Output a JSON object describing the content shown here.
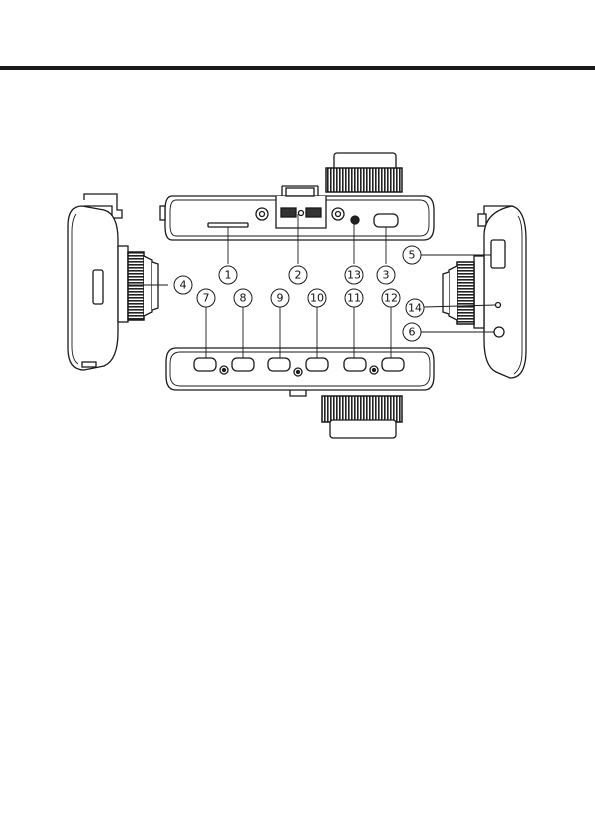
{
  "callouts": [
    {
      "id": "c1",
      "text": "1"
    },
    {
      "id": "c2",
      "text": "2"
    },
    {
      "id": "c3",
      "text": "3"
    },
    {
      "id": "c4",
      "text": "4"
    },
    {
      "id": "c5",
      "text": "5"
    },
    {
      "id": "c6",
      "text": "6"
    },
    {
      "id": "c7",
      "text": "7"
    },
    {
      "id": "c8",
      "text": "8"
    },
    {
      "id": "c9",
      "text": "9"
    },
    {
      "id": "c10",
      "text": "10"
    },
    {
      "id": "c11",
      "text": "11"
    },
    {
      "id": "c12",
      "text": "12"
    },
    {
      "id": "c13",
      "text": "13"
    },
    {
      "id": "c14",
      "text": "14"
    }
  ]
}
